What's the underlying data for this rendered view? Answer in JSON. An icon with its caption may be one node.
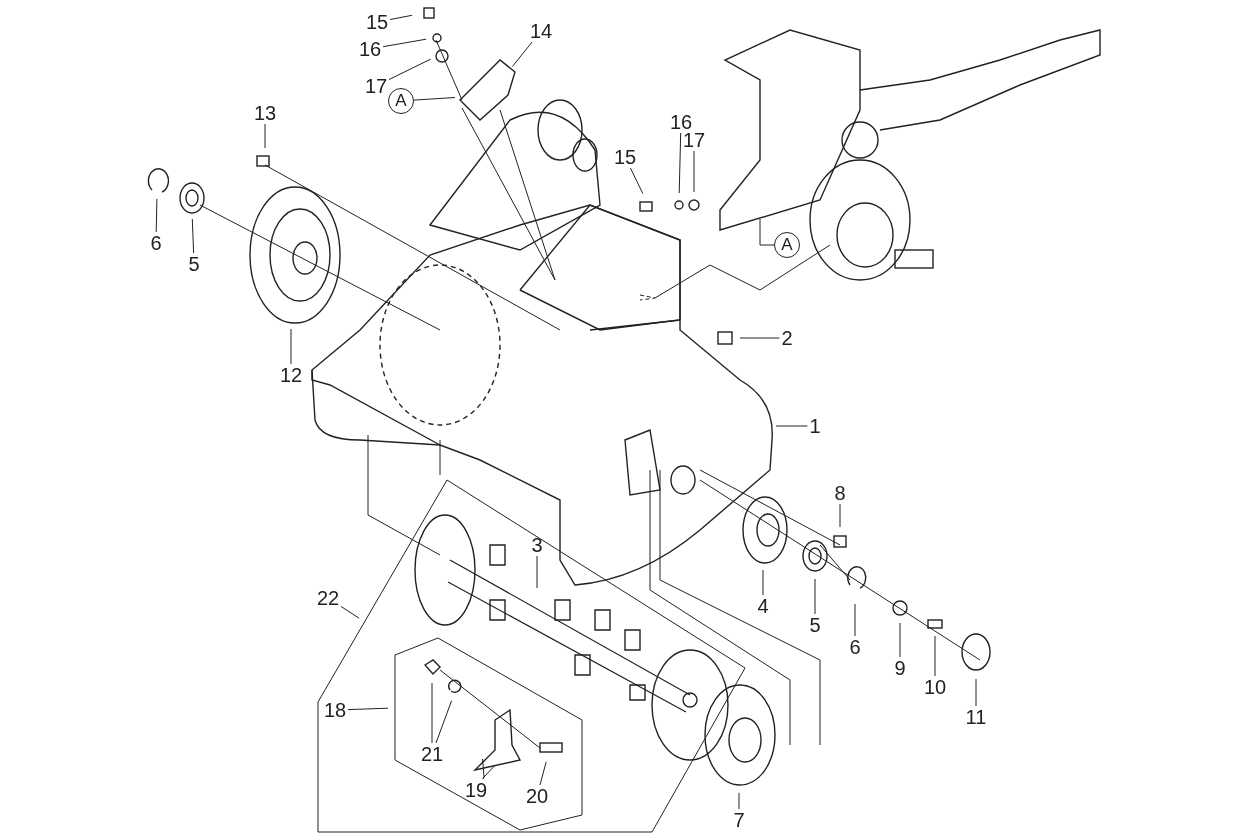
{
  "diagram": {
    "nodes": [
      {
        "text": [
          "15"
        ]
      },
      {
        "text": [
          "14"
        ]
      },
      {
        "text": [
          "16"
        ]
      },
      {
        "text": [
          "17"
        ]
      },
      {
        "text": [
          "A"
        ]
      },
      {
        "text": [
          "13"
        ]
      },
      {
        "text": [
          "16"
        ]
      },
      {
        "text": [
          "17"
        ]
      },
      {
        "text": [
          "15"
        ]
      },
      {
        "text": [
          "6"
        ]
      },
      {
        "text": [
          "A"
        ]
      },
      {
        "text": [
          "5"
        ]
      },
      {
        "text": [
          "2"
        ]
      },
      {
        "text": [
          "12"
        ]
      },
      {
        "text": [
          "1"
        ]
      },
      {
        "text": [
          "8"
        ]
      },
      {
        "text": [
          "3"
        ]
      },
      {
        "text": [
          "22"
        ]
      },
      {
        "text": [
          "4"
        ]
      },
      {
        "text": [
          "5"
        ]
      },
      {
        "text": [
          "6"
        ]
      },
      {
        "text": [
          "9"
        ]
      },
      {
        "text": [
          "10"
        ]
      },
      {
        "text": [
          "18"
        ]
      },
      {
        "text": [
          "11"
        ]
      },
      {
        "text": [
          "21"
        ]
      },
      {
        "text": [
          "19"
        ]
      },
      {
        "text": [
          "20"
        ]
      },
      {
        "text": [
          "7"
        ]
      }
    ],
    "edges": [
      {
        "from": 0,
        "to": null,
        "arrow": "none"
      },
      {
        "from": 1,
        "to": null,
        "arrow": "none"
      },
      {
        "from": 2,
        "to": null,
        "arrow": "none"
      },
      {
        "from": 3,
        "to": null,
        "arrow": "none"
      },
      {
        "from": 4,
        "to": null,
        "arrow": "none"
      },
      {
        "from": 5,
        "to": null,
        "arrow": "none"
      },
      {
        "from": 6,
        "to": null,
        "arrow": "none"
      },
      {
        "from": 7,
        "to": null,
        "arrow": "none"
      },
      {
        "from": 8,
        "to": null,
        "arrow": "none"
      },
      {
        "from": 9,
        "to": null,
        "arrow": "none"
      },
      {
        "from": 10,
        "to": null,
        "arrow": "none"
      },
      {
        "from": 11,
        "to": null,
        "arrow": "none"
      },
      {
        "from": 12,
        "to": null,
        "arrow": "none"
      },
      {
        "from": 13,
        "to": null,
        "arrow": "none"
      },
      {
        "from": 14,
        "to": null,
        "arrow": "none"
      },
      {
        "from": 15,
        "to": null,
        "arrow": "none"
      },
      {
        "from": 16,
        "to": null,
        "arrow": "none"
      },
      {
        "from": 17,
        "to": null,
        "arrow": "none"
      },
      {
        "from": 18,
        "to": null,
        "arrow": "none"
      },
      {
        "from": 19,
        "to": null,
        "arrow": "none"
      },
      {
        "from": 20,
        "to": null,
        "arrow": "none"
      },
      {
        "from": 21,
        "to": null,
        "arrow": "none"
      },
      {
        "from": 22,
        "to": null,
        "arrow": "none"
      },
      {
        "from": 23,
        "to": null,
        "arrow": "none"
      },
      {
        "from": 24,
        "to": null,
        "arrow": "none"
      },
      {
        "from": 25,
        "to": null,
        "arrow": "none"
      },
      {
        "from": 25,
        "to": null,
        "arrow": "none"
      },
      {
        "from": 26,
        "to": null,
        "arrow": "none"
      },
      {
        "from": 26,
        "to": null,
        "arrow": "none"
      },
      {
        "from": 27,
        "to": null,
        "arrow": "none"
      },
      {
        "from": 28,
        "to": null,
        "arrow": "none"
      }
    ]
  }
}
